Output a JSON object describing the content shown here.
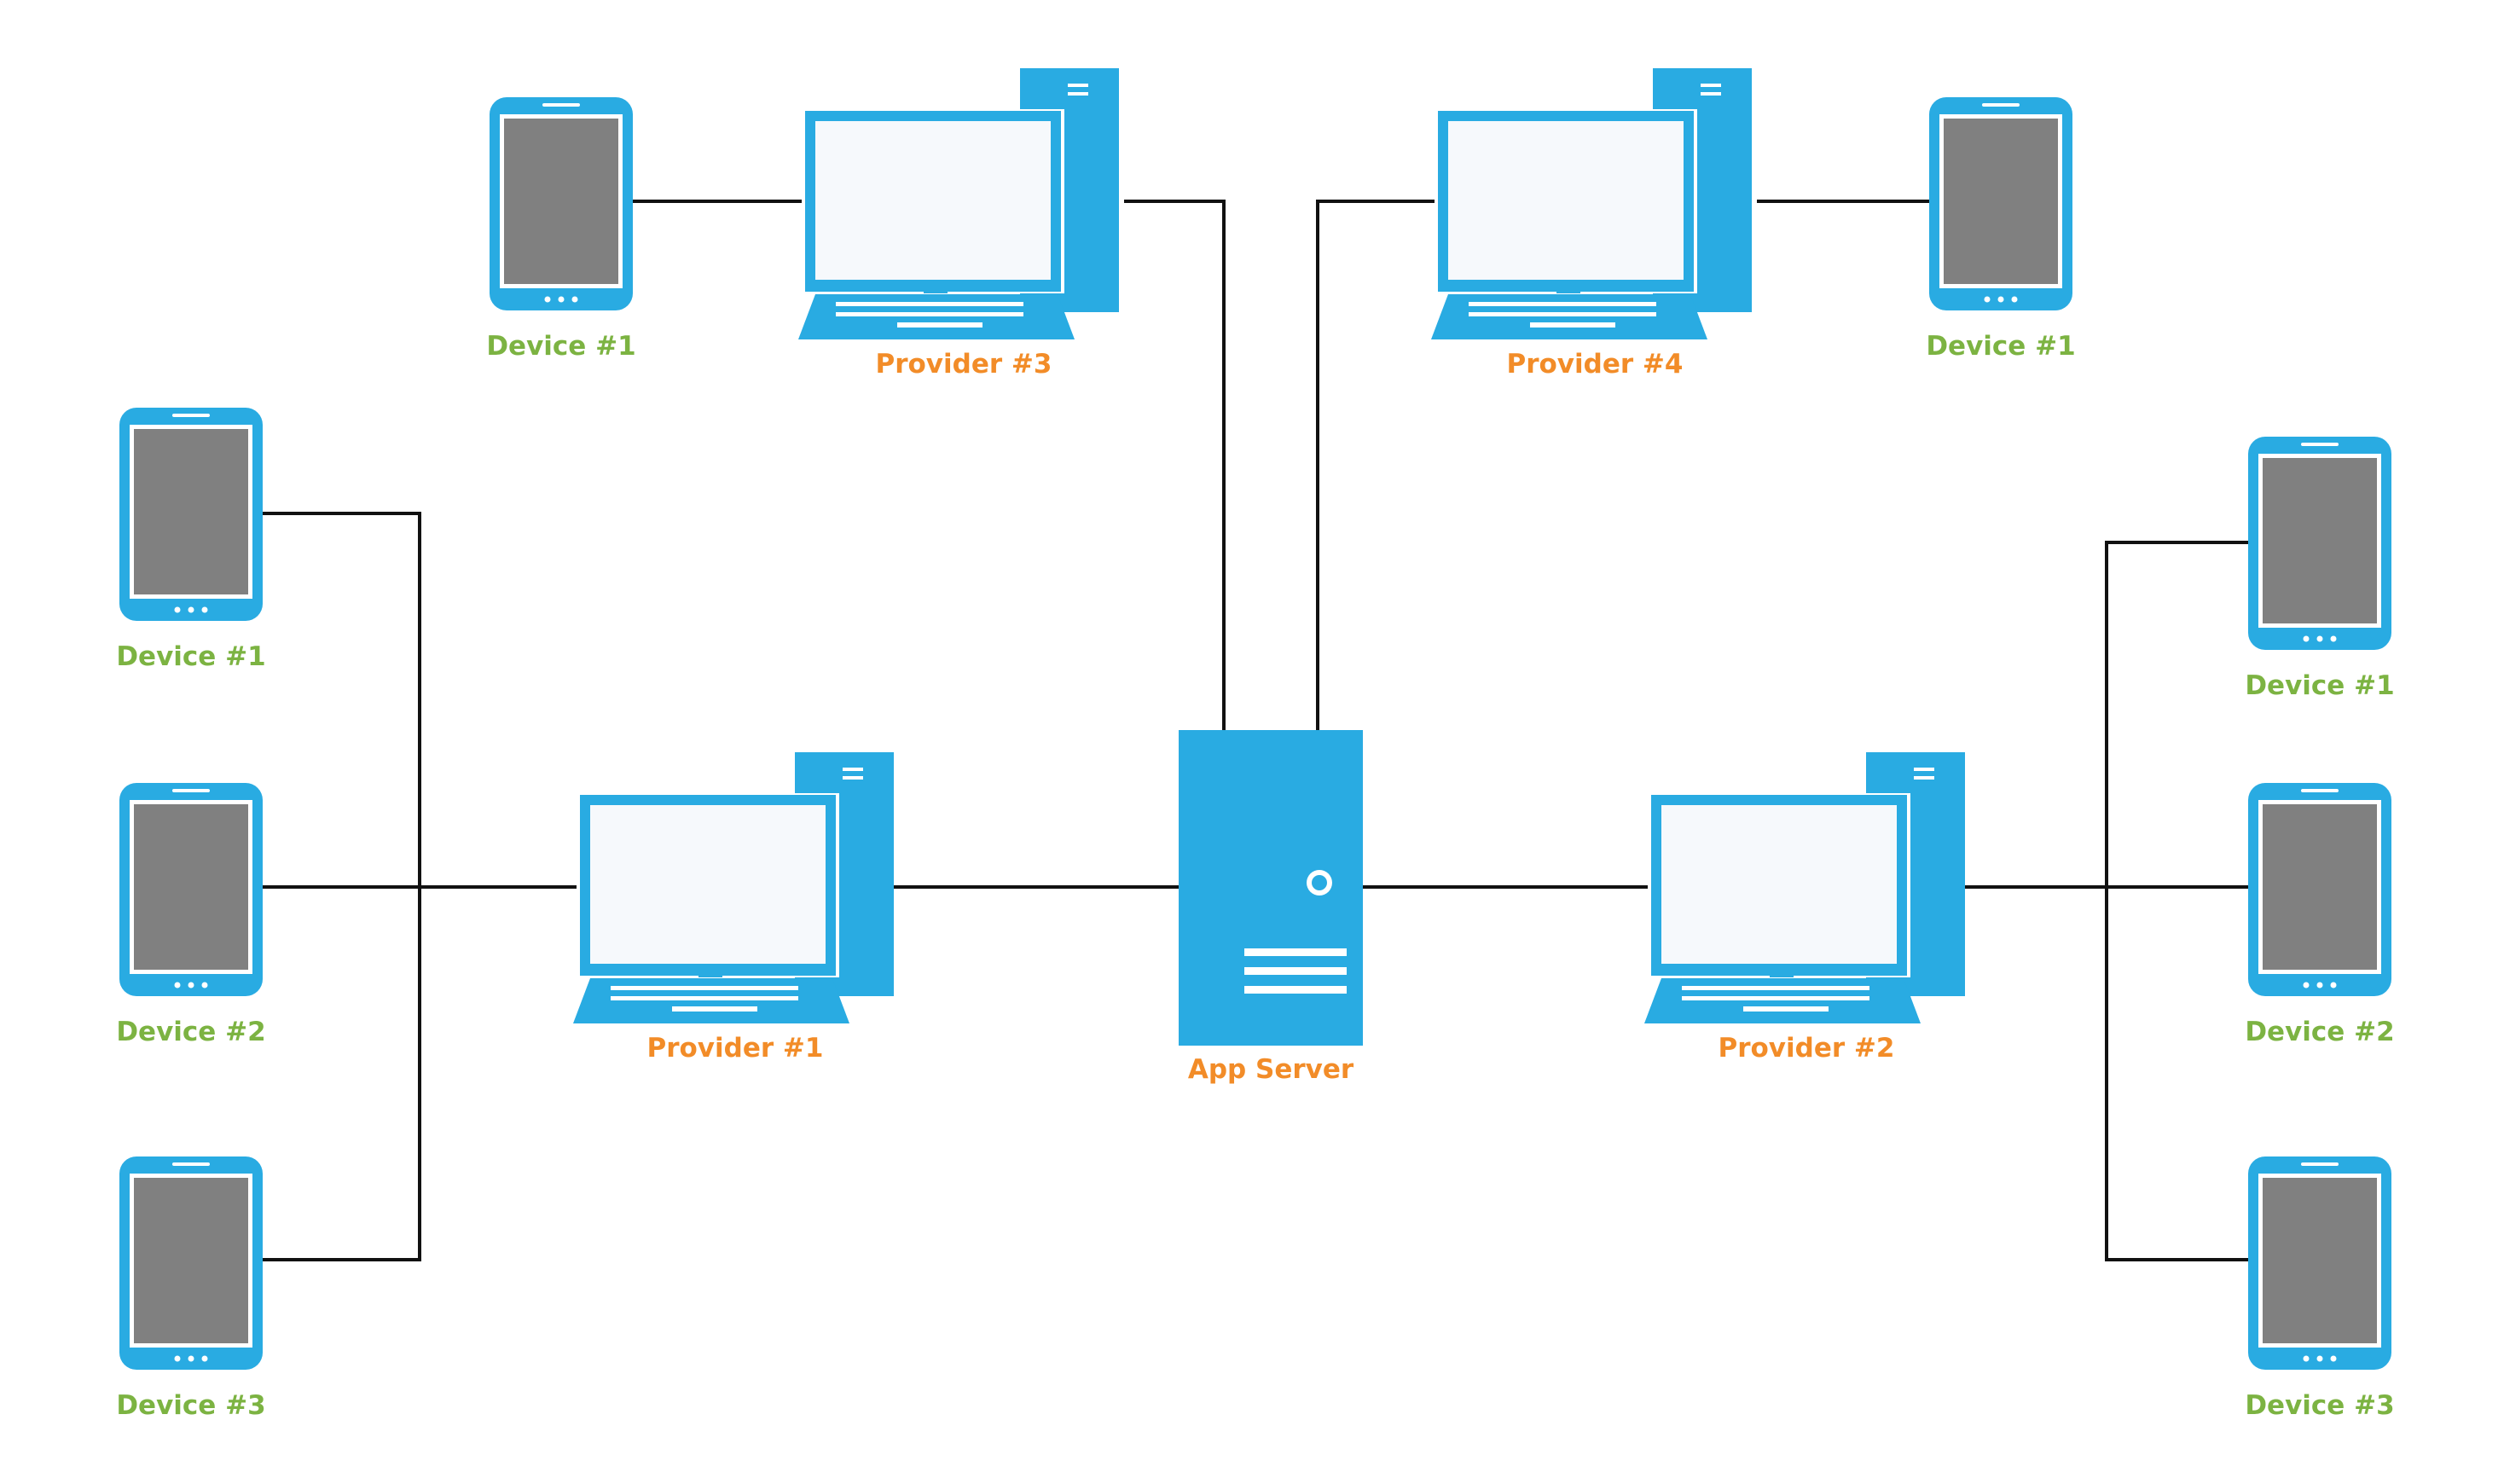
{
  "colors": {
    "device_frame": "#29abe2",
    "device_screen": "#808080",
    "computer_body": "#29abe2",
    "monitor_screen": "#f6f9fc",
    "device_label": "#7cb342",
    "provider_label": "#f28c28",
    "connector": "#111111"
  },
  "icons": {
    "device": "smartphone-icon",
    "provider": "desktop-computer-icon",
    "server": "server-tower-icon"
  },
  "server": {
    "label": "App Server"
  },
  "providers": [
    {
      "id": "p3",
      "label": "Provider #3"
    },
    {
      "id": "p4",
      "label": "Provider #4"
    },
    {
      "id": "p1",
      "label": "Provider #1"
    },
    {
      "id": "p2",
      "label": "Provider #2"
    }
  ],
  "devices": [
    {
      "id": "p3-d1",
      "label": "Device #1"
    },
    {
      "id": "p4-d1",
      "label": "Device #1"
    },
    {
      "id": "p1-d1",
      "label": "Device #1"
    },
    {
      "id": "p1-d2",
      "label": "Device #2"
    },
    {
      "id": "p1-d3",
      "label": "Device #3"
    },
    {
      "id": "p2-d1",
      "label": "Device #1"
    },
    {
      "id": "p2-d2",
      "label": "Device #2"
    },
    {
      "id": "p2-d3",
      "label": "Device #3"
    }
  ],
  "links": [
    [
      "p3-d1",
      "p3"
    ],
    [
      "p3",
      "server"
    ],
    [
      "p4",
      "server"
    ],
    [
      "p4-d1",
      "p4"
    ],
    [
      "p1-d1",
      "p1"
    ],
    [
      "p1-d2",
      "p1"
    ],
    [
      "p1-d3",
      "p1"
    ],
    [
      "p1",
      "server"
    ],
    [
      "server",
      "p2"
    ],
    [
      "p2",
      "p2-d1"
    ],
    [
      "p2",
      "p2-d2"
    ],
    [
      "p2",
      "p2-d3"
    ]
  ]
}
